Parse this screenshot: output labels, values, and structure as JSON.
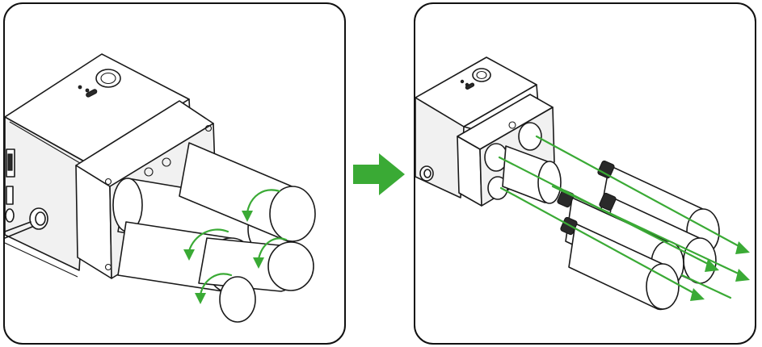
{
  "figure": {
    "steps": [
      {
        "name": "twist-cartridges",
        "arrow_color": "#3aaa35",
        "cartridge_count": 4
      },
      {
        "name": "pull-out-cartridges",
        "arrow_color": "#3aaa35",
        "cartridge_count": 4
      }
    ],
    "step_arrow_color": "#3aaa35",
    "line_color": "#1a1a1a"
  }
}
